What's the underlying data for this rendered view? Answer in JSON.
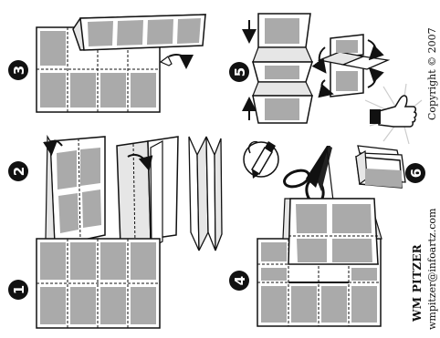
{
  "steps": {
    "s1": "1",
    "s2": "2",
    "s3": "3",
    "s4": "4",
    "s5": "5",
    "s6": "6"
  },
  "credits": {
    "copyright": "Copyright © 2007",
    "name": "WM PITZER",
    "email": "wmpitzer@infoartz.com"
  },
  "colors": {
    "ink": "#111111",
    "panel_fill": "#aaaaaa",
    "paper": "#ffffff",
    "shadow_paper": "#e6e6e6"
  }
}
